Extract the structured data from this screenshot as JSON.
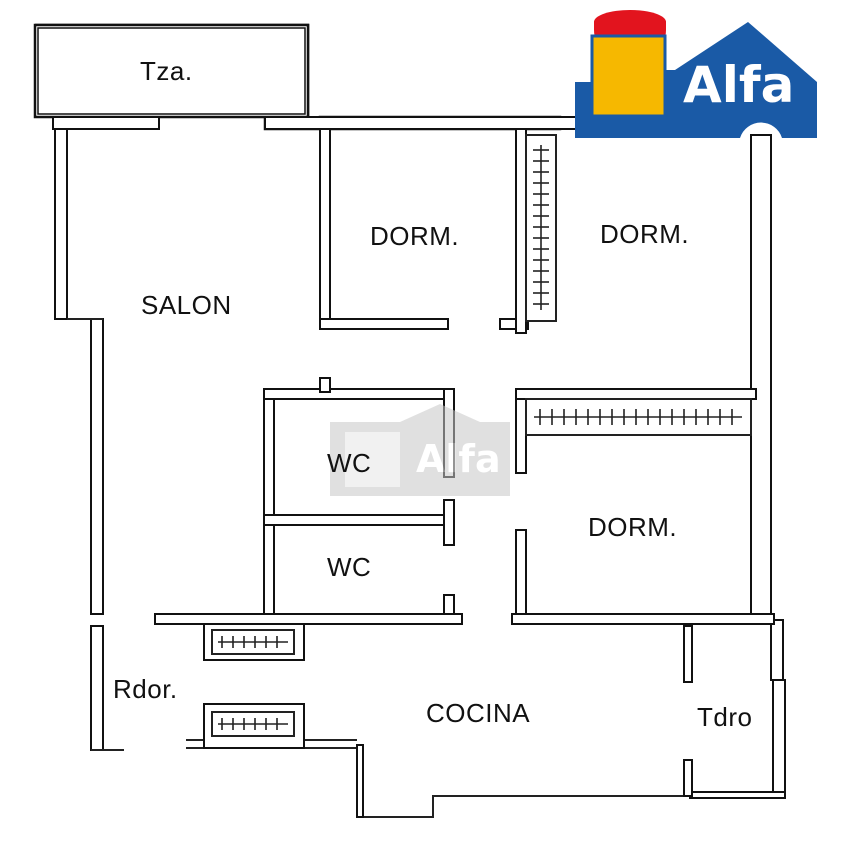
{
  "floor_plan": {
    "rooms": [
      {
        "id": "terraza",
        "label": "Tza."
      },
      {
        "id": "salon",
        "label": "SALON"
      },
      {
        "id": "dorm-1",
        "label": "DORM."
      },
      {
        "id": "dorm-2",
        "label": "DORM."
      },
      {
        "id": "wc-1",
        "label": "WC"
      },
      {
        "id": "wc-2",
        "label": "WC"
      },
      {
        "id": "dorm-3",
        "label": "DORM."
      },
      {
        "id": "recibidor",
        "label": "Rdor."
      },
      {
        "id": "cocina",
        "label": "COCINA"
      },
      {
        "id": "tendedero",
        "label": "Tdro"
      }
    ]
  },
  "logo": {
    "text": "Alfa",
    "colors": {
      "blue": "#1a5aa6",
      "yellow": "#f6b800",
      "red": "#e2141e"
    }
  },
  "watermark": {
    "text": "Alfa"
  }
}
